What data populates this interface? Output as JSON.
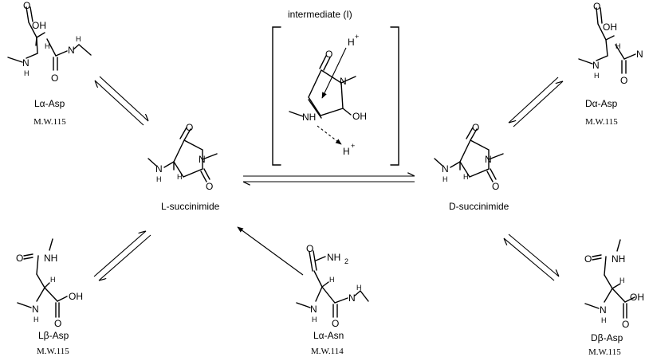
{
  "compounds": {
    "l_alpha_asp": {
      "name": "Lα-Asp",
      "mw": "M.W.115"
    },
    "d_alpha_asp": {
      "name": "Dα-Asp",
      "mw": "M.W.115"
    },
    "l_beta_asp": {
      "name": "Lβ-Asp",
      "mw": "M.W.115"
    },
    "d_beta_asp": {
      "name": "Dβ-Asp",
      "mw": "M.W.115"
    },
    "l_alpha_asn": {
      "name": "Lα-Asn",
      "mw": "M.W.114"
    },
    "l_succinimide": {
      "name": "L-succinimide"
    },
    "d_succinimide": {
      "name": "D-succinimide"
    }
  },
  "intermediate": {
    "label": "intermediate (I)"
  },
  "atoms": {
    "O": "O",
    "OH": "OH",
    "H": "H",
    "N": "N",
    "NH": "NH",
    "NH2": "NH",
    "sub2": "2",
    "Hplus": "H",
    "plus": "+"
  }
}
